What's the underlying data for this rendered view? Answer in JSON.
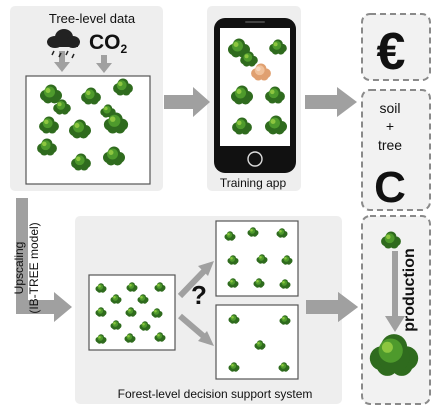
{
  "labels": {
    "tree_level_data": "Tree-level data",
    "co2_main": "CO",
    "co2_sub": "2",
    "training_app": "Training app",
    "upscaling_line1": "Upscaling",
    "upscaling_line2": "(IB-TREE model)",
    "forest_level": "Forest-level decision support system",
    "question_mark": "?",
    "euro": "€",
    "soil": "soil",
    "plus": "+",
    "tree": "tree",
    "carbon": "C",
    "production": "production"
  },
  "colors": {
    "panel_fill": "#eeeeee",
    "arrow": "#a0a0a0",
    "tree_dark": "#2f6b1e",
    "tree_mid": "#4e9a2c",
    "tree_light": "#8cc63f",
    "highlighted_tree": "#e0a070",
    "phone_body": "#111111",
    "dashed_border": "#8a8a8a"
  },
  "icons": {
    "rain": "rain-cloud-icon",
    "phone": "smartphone-icon",
    "tree": "tree-crown-icon"
  }
}
